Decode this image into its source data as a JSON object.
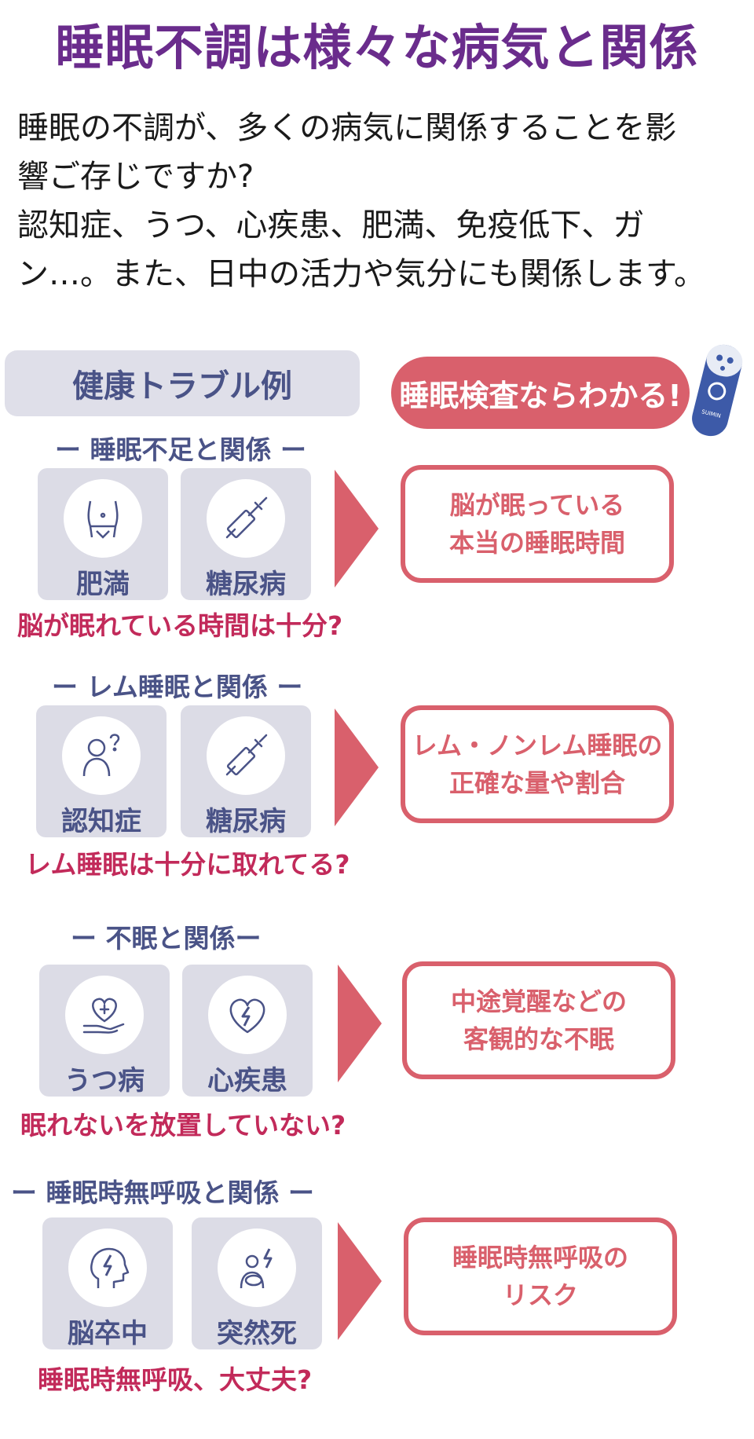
{
  "title": "睡眠不調は様々な病気と関係",
  "intro": {
    "line1": "睡眠の不調が、多くの病気に関係することを影",
    "line2": "響ご存じですか?",
    "line3": "認知症、うつ、心疾患、肥満、免疫低下、ガ",
    "line4": "ン…。また、日中の活力や気分にも関係します。"
  },
  "headers": {
    "left": "健康トラブル例",
    "right": "睡眠検査ならわかる!"
  },
  "sections": [
    {
      "label": "ー 睡眠不足と関係 ー",
      "cards": [
        {
          "label": "肥満",
          "icon": "belly-icon"
        },
        {
          "label": "糖尿病",
          "icon": "syringe-icon"
        }
      ],
      "result": [
        "脳が眠っている",
        "本当の睡眠時間"
      ],
      "question": "脳が眠れている時間は十分?"
    },
    {
      "label": "ー レム睡眠と関係 ー",
      "cards": [
        {
          "label": "認知症",
          "icon": "confused-person-icon"
        },
        {
          "label": "糖尿病",
          "icon": "syringe-icon"
        }
      ],
      "result": [
        "レム・ノンレム睡眠の",
        "正確な量や割合"
      ],
      "question": "レム睡眠は十分に取れてる?"
    },
    {
      "label": "ー 不眠と関係ー",
      "cards": [
        {
          "label": "うつ病",
          "icon": "heart-hand-icon"
        },
        {
          "label": "心疾患",
          "icon": "heart-bolt-icon"
        }
      ],
      "result": [
        "中途覚醒などの",
        "客観的な不眠"
      ],
      "question": "眠れないを放置していない?"
    },
    {
      "label": "ー 睡眠時無呼吸と関係 ー",
      "cards": [
        {
          "label": "脳卒中",
          "icon": "head-bolt-icon"
        },
        {
          "label": "突然死",
          "icon": "mother-baby-icon"
        }
      ],
      "result": [
        "睡眠時無呼吸の",
        "リスク"
      ],
      "question": "睡眠時無呼吸、大丈夫?"
    }
  ],
  "device_label": "SUIMIN",
  "colors": {
    "title": "#6a2c8c",
    "navy": "#4a5387",
    "red": "#d9606c",
    "question": "#c22a5a",
    "card_bg": "#dcdce6"
  }
}
